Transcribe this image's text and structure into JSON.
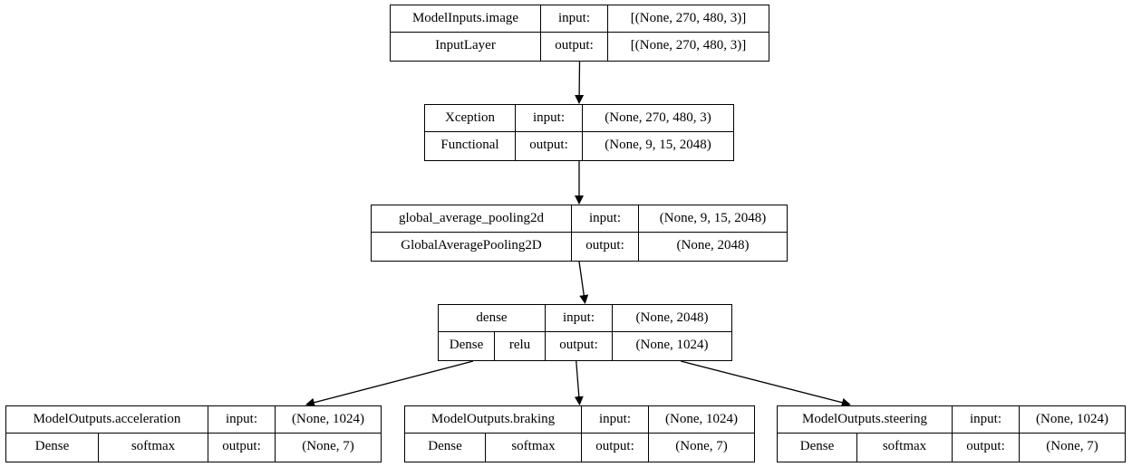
{
  "nodes": [
    {
      "id": "inputs",
      "name": "ModelInputs.image",
      "cls": "InputLayer",
      "act": "",
      "in_label": "input:",
      "out_label": "output:",
      "in_shape": "[(None, 270, 480, 3)]",
      "out_shape": "[(None, 270, 480, 3)]"
    },
    {
      "id": "xception",
      "name": "Xception",
      "cls": "Functional",
      "act": "",
      "in_label": "input:",
      "out_label": "output:",
      "in_shape": "(None, 270, 480, 3)",
      "out_shape": "(None, 9, 15, 2048)"
    },
    {
      "id": "gap",
      "name": "global_average_pooling2d",
      "cls": "GlobalAveragePooling2D",
      "act": "",
      "in_label": "input:",
      "out_label": "output:",
      "in_shape": "(None, 9, 15, 2048)",
      "out_shape": "(None, 2048)"
    },
    {
      "id": "dense",
      "name": "dense",
      "cls": "Dense",
      "act": "relu",
      "in_label": "input:",
      "out_label": "output:",
      "in_shape": "(None, 2048)",
      "out_shape": "(None, 1024)"
    },
    {
      "id": "accel",
      "name": "ModelOutputs.acceleration",
      "cls": "Dense",
      "act": "softmax",
      "in_label": "input:",
      "out_label": "output:",
      "in_shape": "(None, 1024)",
      "out_shape": "(None, 7)"
    },
    {
      "id": "brake",
      "name": "ModelOutputs.braking",
      "cls": "Dense",
      "act": "softmax",
      "in_label": "input:",
      "out_label": "output:",
      "in_shape": "(None, 1024)",
      "out_shape": "(None, 7)"
    },
    {
      "id": "steer",
      "name": "ModelOutputs.steering",
      "cls": "Dense",
      "act": "softmax",
      "in_label": "input:",
      "out_label": "output:",
      "in_shape": "(None, 1024)",
      "out_shape": "(None, 7)"
    }
  ],
  "edges": [
    {
      "from": "inputs",
      "to": "xception"
    },
    {
      "from": "xception",
      "to": "gap"
    },
    {
      "from": "gap",
      "to": "dense"
    },
    {
      "from": "dense",
      "to": "accel"
    },
    {
      "from": "dense",
      "to": "brake"
    },
    {
      "from": "dense",
      "to": "steer"
    }
  ]
}
